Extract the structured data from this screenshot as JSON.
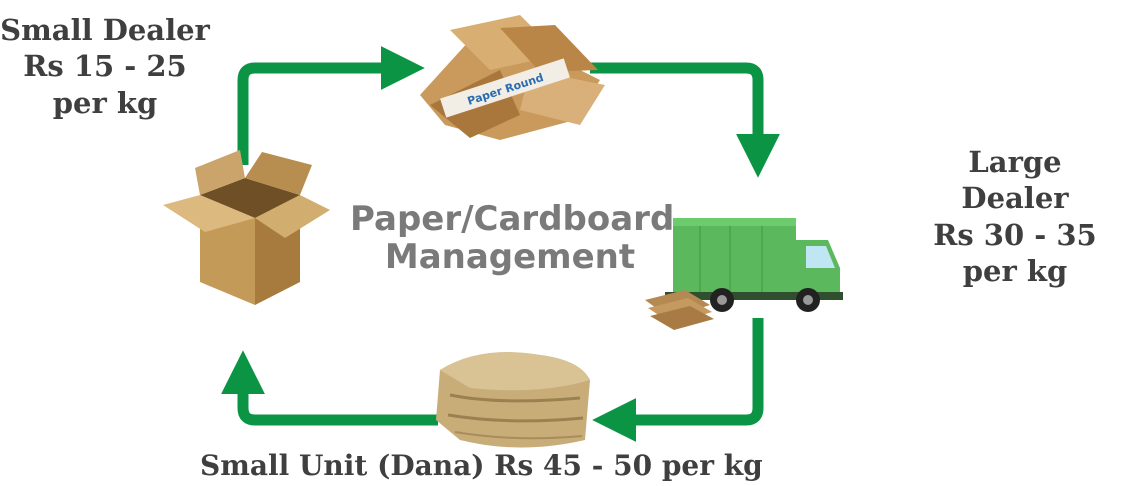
{
  "title": {
    "line1": "Paper/Cardboard",
    "line2": "Management"
  },
  "stages": {
    "small_dealer": {
      "line1": "Small Dealer",
      "line2": "Rs 15 - 25",
      "line3": "per kg"
    },
    "large_dealer": {
      "line1": "Large Dealer",
      "line2": "Rs 30 - 35",
      "line3": "per kg"
    },
    "small_unit": {
      "text": "Small Unit (Dana) Rs 45 - 50 per kg"
    }
  },
  "images": {
    "paper_stack_band_text": "Paper Round"
  },
  "colors": {
    "arrow": "#0b9444",
    "label_text": "#3f3f3f",
    "title_text": "#7a7a7a",
    "truck": "#5cb85c"
  }
}
